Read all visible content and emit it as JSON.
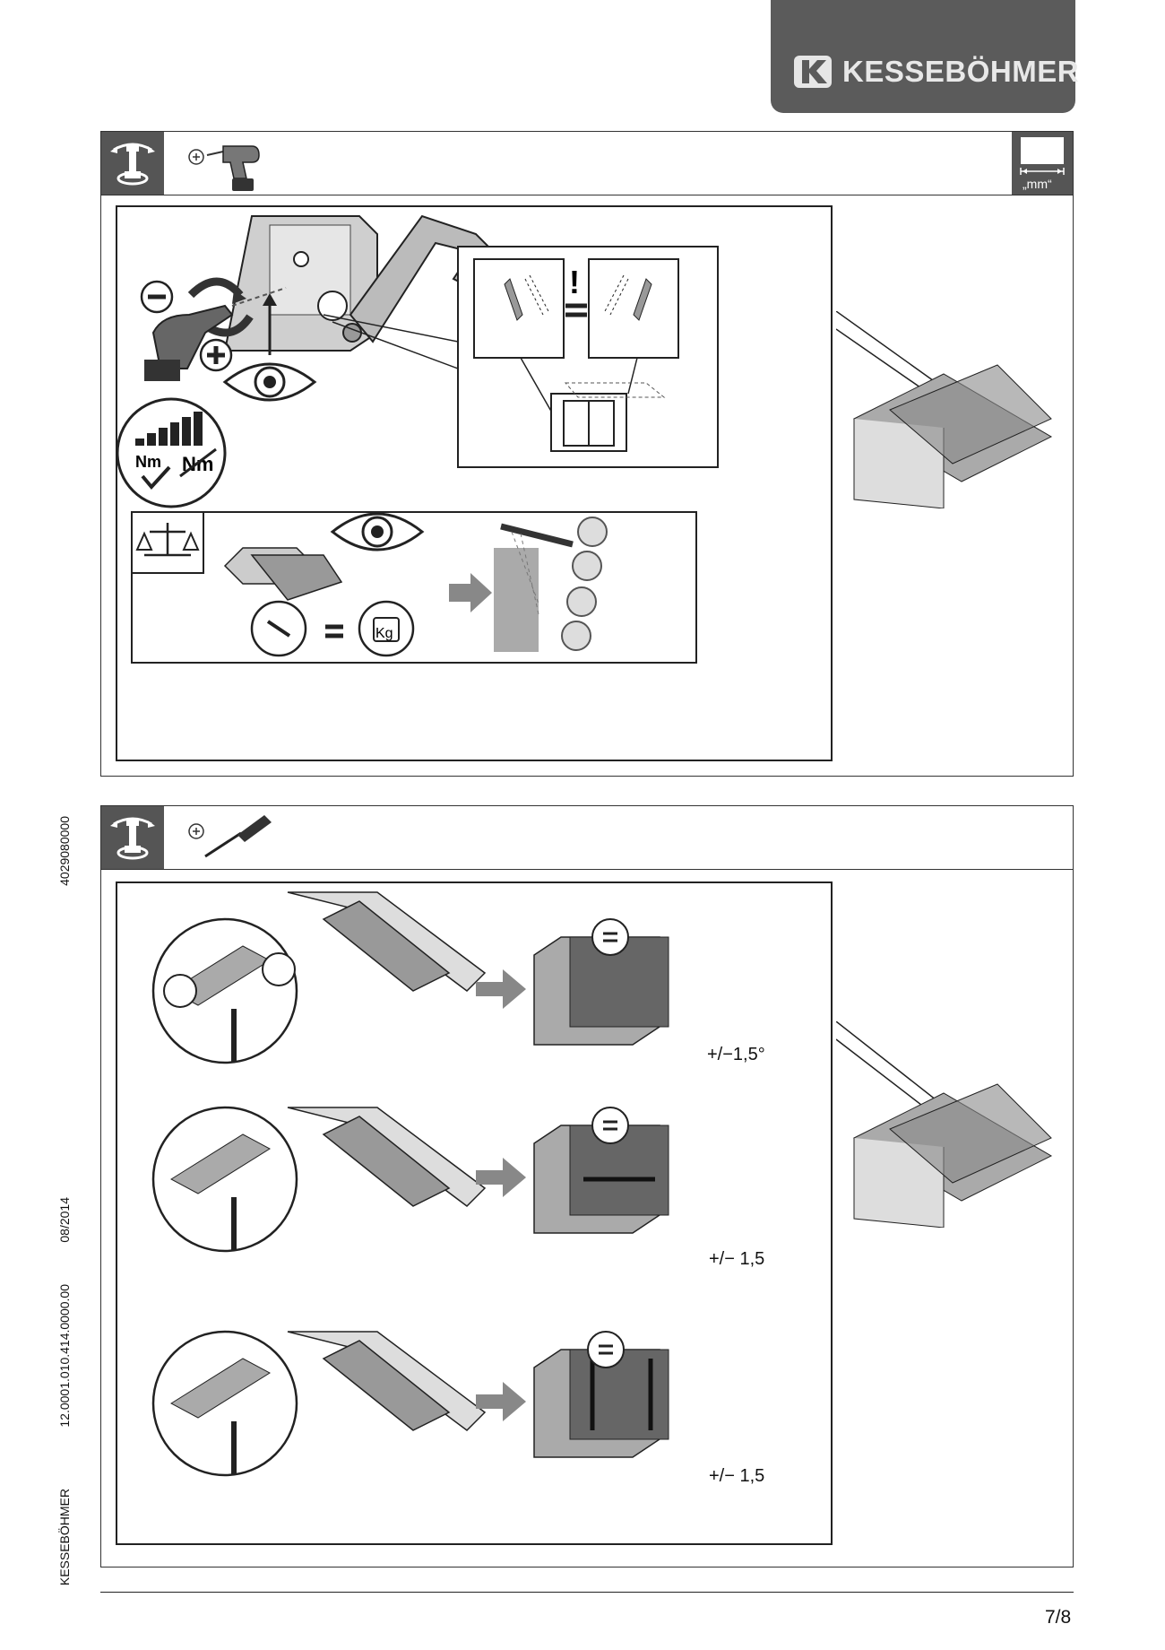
{
  "brand": {
    "name": "KESSEBÖHMER"
  },
  "step1": {
    "unit_label": "„mm“"
  },
  "step2": {
    "adjust_labels": [
      "+/−1,5°",
      "+/− 1,5",
      "+/− 1,5"
    ]
  },
  "side_info": {
    "article_no": "4029080000",
    "doc_no": "12.0001.010.414.0000.00",
    "date": "08/2014",
    "company": "KESSEBÖHMER"
  },
  "footer": {
    "page": "7/8"
  },
  "colors": {
    "brand_bg": "#5b5b5b",
    "icon_bg": "#555555",
    "panel_gray": "#a9a9a9"
  }
}
